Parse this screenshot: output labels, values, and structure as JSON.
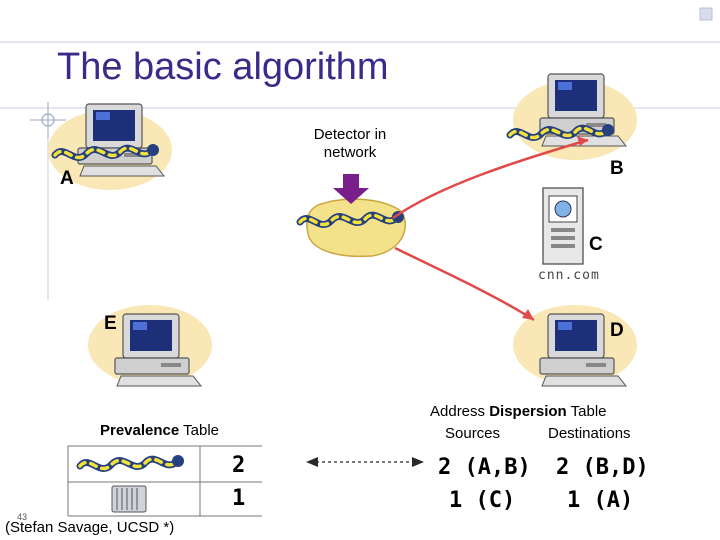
{
  "slide": {
    "title": "The basic algorithm",
    "slide_number": "43",
    "credit": "(Stefan Savage, UCSD *)"
  },
  "hosts": {
    "a": "A",
    "b": "B",
    "c": "C",
    "d": "D",
    "e": "E",
    "c_caption": "cnn.com"
  },
  "detector": {
    "line1": "Detector in",
    "line2": "network"
  },
  "prevalence_table": {
    "title_bold": "Prevalence",
    "title_rest": " Table",
    "rows": [
      {
        "count": "2"
      },
      {
        "count": "1"
      }
    ]
  },
  "dispersion_table": {
    "title_start": "Address ",
    "title_bold": "Dispersion",
    "title_end": " Table",
    "col_sources": "Sources",
    "col_destinations": "Destinations",
    "rows": [
      {
        "sources": "2 (A,B)",
        "destinations": "2 (B,D)"
      },
      {
        "sources": "1 (C)",
        "destinations": "1 (A)"
      }
    ]
  },
  "colors": {
    "title": "#3a2a8a",
    "arrow": "#e04a4a",
    "detector_arrow": "#7a1e8c",
    "accent_line": "#b8c0d8"
  }
}
